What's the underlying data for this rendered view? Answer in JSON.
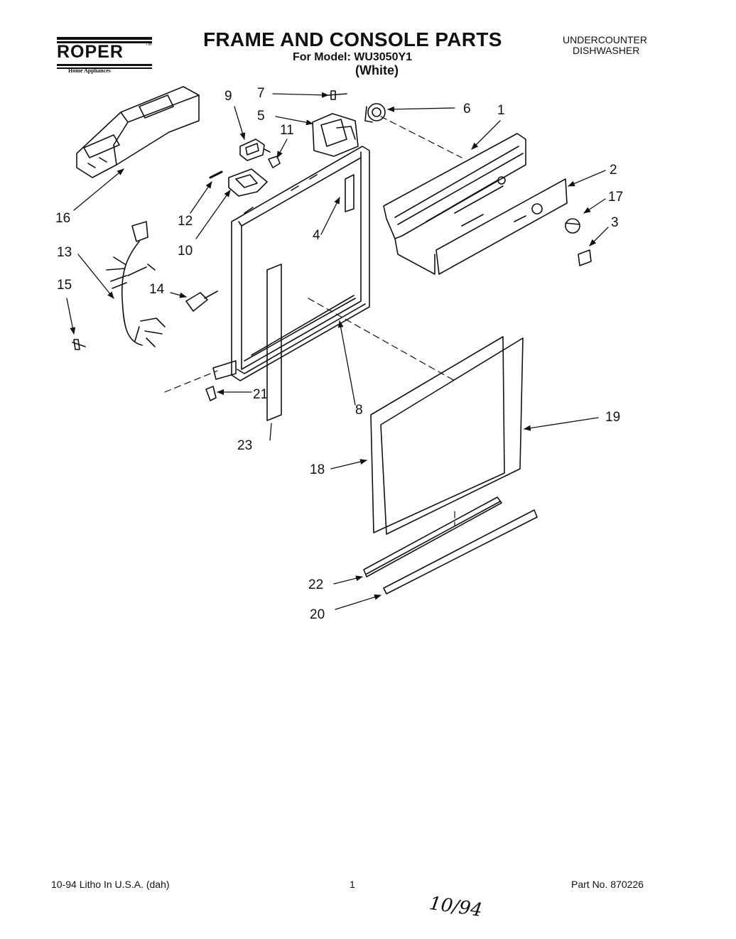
{
  "header": {
    "brand_name": "ROPER",
    "brand_tagline": "Home Appliances",
    "brand_tm": "TM",
    "title": "FRAME AND CONSOLE PARTS",
    "model_line": "For Model: WU3050Y1",
    "color_variant": "(White)",
    "category_line1": "UNDERCOUNTER",
    "category_line2": "DISHWASHER"
  },
  "callouts": {
    "c1": "1",
    "c2": "2",
    "c3": "3",
    "c4": "4",
    "c5": "5",
    "c6": "6",
    "c7": "7",
    "c8": "8",
    "c9": "9",
    "c10": "10",
    "c11": "11",
    "c12": "12",
    "c13": "13",
    "c14": "14",
    "c15": "15",
    "c16": "16",
    "c17": "17",
    "c18": "18",
    "c19": "19",
    "c20": "20",
    "c21": "21",
    "c22": "22",
    "c23": "23"
  },
  "footer": {
    "print_info": "10-94 Litho In U.S.A. (dah)",
    "page_number": "1",
    "part_number": "Part No. 870226",
    "handwritten_note": "10/94"
  },
  "colors": {
    "ink": "#111111",
    "paper": "#ffffff"
  }
}
